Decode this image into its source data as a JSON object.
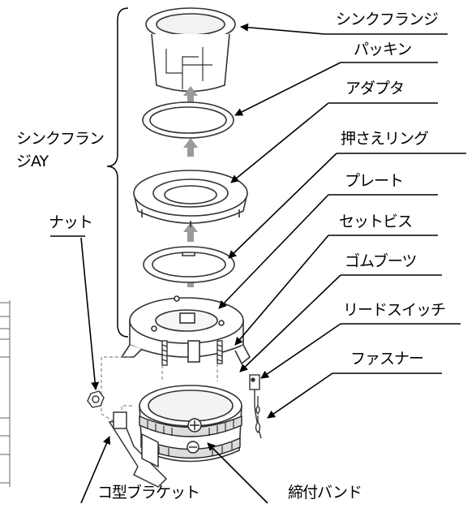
{
  "diagram": {
    "group_label_line1": "シンクフラン",
    "group_label_line2": "ジAY",
    "labels": {
      "sink_flange": "シンクフランジ",
      "packing": "パッキン",
      "adapter": "アダプタ",
      "retaining_ring": "押さえリング",
      "plate": "プレート",
      "set_screw": "セットビス",
      "rubber_boot": "ゴムブーツ",
      "reed_switch": "リードスイッチ",
      "fastener": "ファスナー",
      "nut": "ナット",
      "u_bracket": "コ型ブラケット",
      "clamp_band": "締付バンド"
    }
  }
}
